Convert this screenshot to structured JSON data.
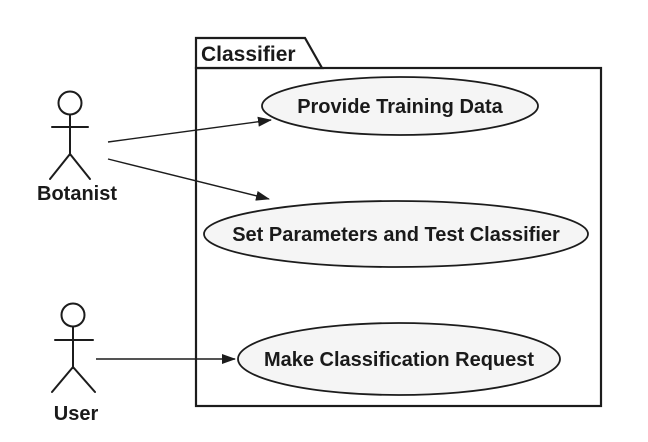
{
  "diagram": {
    "type": "uml-use-case-diagram",
    "system": {
      "label": "Classifier"
    },
    "actors": [
      {
        "id": "botanist",
        "label": "Botanist"
      },
      {
        "id": "user",
        "label": "User"
      }
    ],
    "use_cases": [
      {
        "id": "provide-training-data",
        "label": "Provide Training Data"
      },
      {
        "id": "set-parameters-and-test-classifier",
        "label": "Set Parameters and Test Classifier"
      },
      {
        "id": "make-classification-request",
        "label": "Make Classification Request"
      }
    ],
    "associations": [
      {
        "from": "Botanist",
        "to": "Provide Training Data",
        "style": "arrow"
      },
      {
        "from": "Botanist",
        "to": "Set Parameters and Test Classifier",
        "style": "arrow"
      },
      {
        "from": "User",
        "to": "Make Classification Request",
        "style": "arrow"
      }
    ],
    "colors": {
      "stroke": "#1c1c1c",
      "use_case_fill": "#f5f5f5",
      "background": "#ffffff"
    }
  }
}
